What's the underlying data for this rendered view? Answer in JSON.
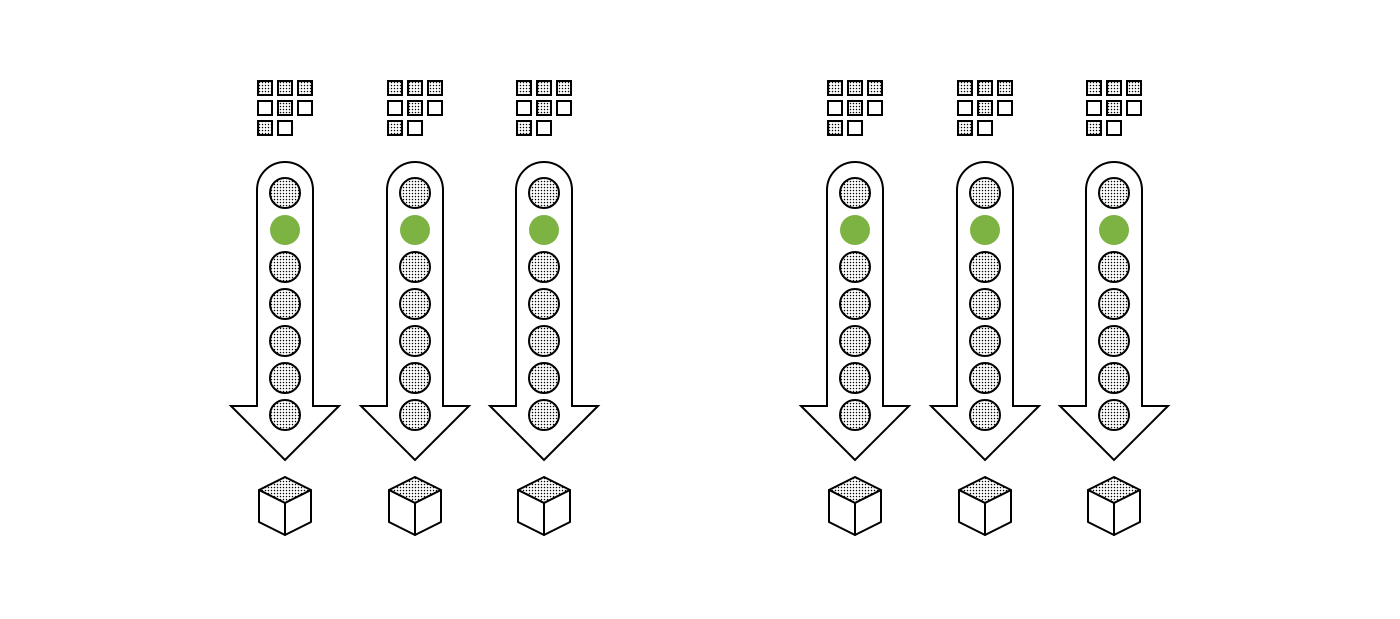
{
  "colors": {
    "stroke": "#000000",
    "fill": "#ffffff",
    "highlight": "#7cb342"
  },
  "pipelines": [
    {
      "grid_pattern": [
        1,
        1,
        1,
        0,
        1,
        0,
        1,
        0
      ],
      "items": 7,
      "highlight_index": 1
    },
    {
      "grid_pattern": [
        1,
        1,
        1,
        0,
        1,
        0,
        1,
        0
      ],
      "items": 7,
      "highlight_index": 1
    },
    {
      "grid_pattern": [
        1,
        1,
        1,
        0,
        1,
        0,
        1,
        0
      ],
      "items": 7,
      "highlight_index": 1
    },
    {
      "grid_pattern": [
        1,
        1,
        1,
        0,
        1,
        0,
        1,
        0
      ],
      "items": 7,
      "highlight_index": 1
    },
    {
      "grid_pattern": [
        1,
        1,
        1,
        0,
        1,
        0,
        1,
        0
      ],
      "items": 7,
      "highlight_index": 1
    },
    {
      "grid_pattern": [
        1,
        1,
        1,
        0,
        1,
        0,
        1,
        0
      ],
      "items": 7,
      "highlight_index": 1
    }
  ],
  "icons": {
    "grid": "grid-icon",
    "arrow": "down-arrow-icon",
    "cube": "cube-icon"
  }
}
